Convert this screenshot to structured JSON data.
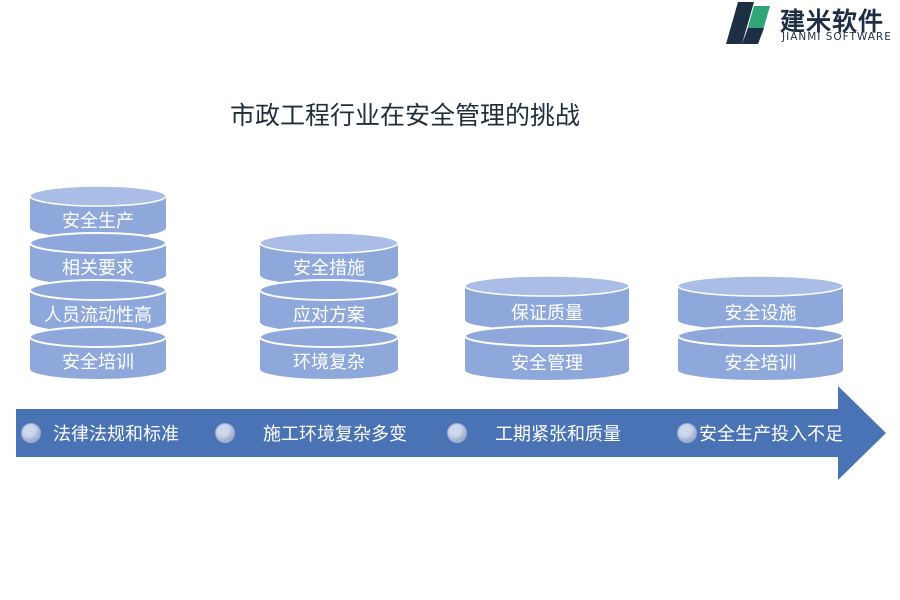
{
  "logo": {
    "brand_cn": "建米软件",
    "brand_en": "JIANMI SOFTWARE"
  },
  "title": "市政工程行业在安全管理的挑战",
  "columns": [
    {
      "stage": "法律法规和标准",
      "disks": [
        "安全生产",
        "相关要求",
        "人员流动性高",
        "安全培训"
      ]
    },
    {
      "stage": "施工环境复杂多变",
      "disks": [
        "安全措施",
        "应对方案",
        "环境复杂"
      ]
    },
    {
      "stage": "工期紧张和质量",
      "disks": [
        "保证质量",
        "安全管理"
      ]
    },
    {
      "stage": "安全生产投入不足",
      "disks": [
        "安全设施",
        "安全培训"
      ]
    }
  ],
  "colors": {
    "disk_fill": "#8fa8dc",
    "disk_top": "#a9bde6",
    "arrow": "#4a73b6",
    "text_dark": "#1f2d3d"
  }
}
